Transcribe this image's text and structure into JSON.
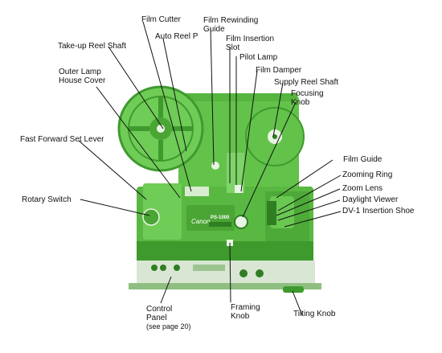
{
  "colors": {
    "body": "#63c24a",
    "body_dark": "#3f9a2e",
    "body_light": "#8fd97a",
    "line": "#111111",
    "panel": "#e9efe6"
  },
  "labels": {
    "film_cutter": [
      "Film Cutter"
    ],
    "film_rewinding_guide": [
      "Film Rewinding",
      "Guide"
    ],
    "takeup_reel_shaft": [
      "Take-up Reel Shaft"
    ],
    "auto_reel_p": [
      "Auto Reel P"
    ],
    "film_insertion_slot": [
      "Film Insertion",
      "Slot"
    ],
    "pilot_lamp": [
      "Pilot Lamp"
    ],
    "outer_lamp_house_cover": [
      "Outer Lamp",
      "House Cover"
    ],
    "film_damper": [
      "Film Damper"
    ],
    "supply_reel_shaft": [
      "Supply Reel Shaft"
    ],
    "focusing_knob": [
      "Focusing",
      "Knob"
    ],
    "fast_forward_set_lever": [
      "Fast Forward Set Lever"
    ],
    "film_guide": [
      "Film Guide"
    ],
    "zooming_ring": [
      "Zooming Ring"
    ],
    "zoom_lens": [
      "Zoom Lens"
    ],
    "rotary_switch": [
      "Rotary Switch"
    ],
    "daylight_viewer": [
      "Daylight Viewer"
    ],
    "dv1_insertion_shoe": [
      "DV-1 Insertion Shoe"
    ],
    "control_panel": [
      "Control",
      "Panel",
      "(see page 20)"
    ],
    "framing_knob": [
      "Framing",
      "Knob"
    ],
    "tilting_knob": [
      "Tilting Knob"
    ]
  },
  "device": {
    "brand": "Canon",
    "model": "PS-1000"
  }
}
